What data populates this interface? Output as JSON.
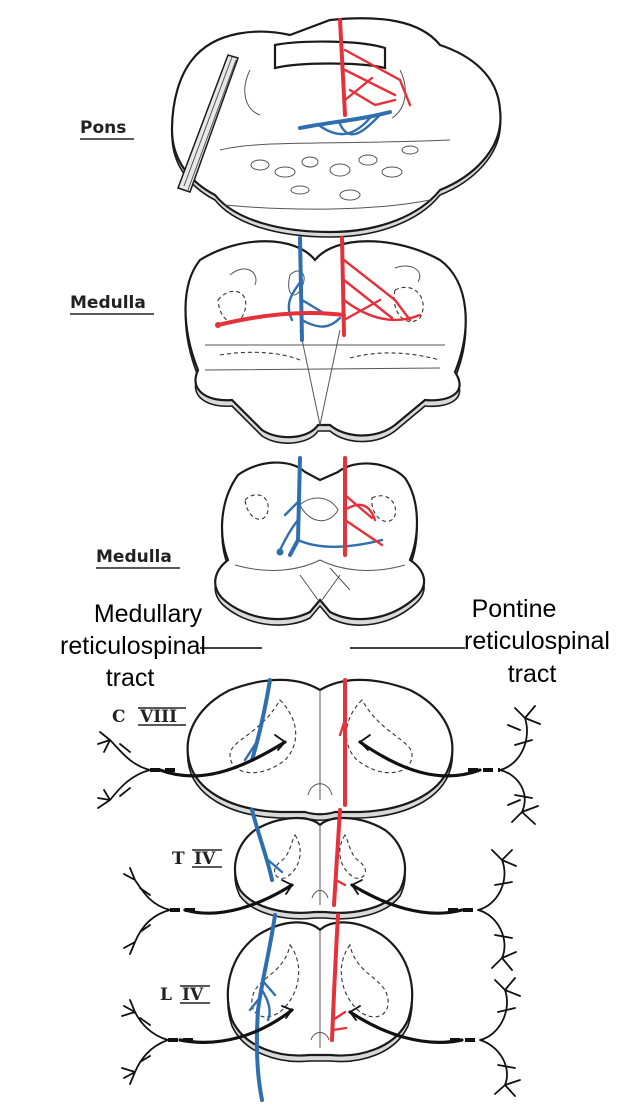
{
  "levels": {
    "pons": "Pons",
    "medulla_upper": "Medulla",
    "medulla_lower": "Medulla"
  },
  "segments": {
    "c8": {
      "letter": "C",
      "numeral": "VIII"
    },
    "t4": {
      "letter": "T",
      "numeral": "IV"
    },
    "l4": {
      "letter": "L",
      "numeral": "IV"
    }
  },
  "tracts": {
    "medullary": [
      "Medullary",
      "reticulospinal",
      "tract"
    ],
    "pontine": [
      "Pontine",
      "reticulospinal",
      "tract"
    ]
  },
  "colors": {
    "medullary_tract": "#2f6fb0",
    "pontine_tract": "#e5323a",
    "afferent_fibers": "#111111",
    "section_rim": "#d9d9d9"
  }
}
